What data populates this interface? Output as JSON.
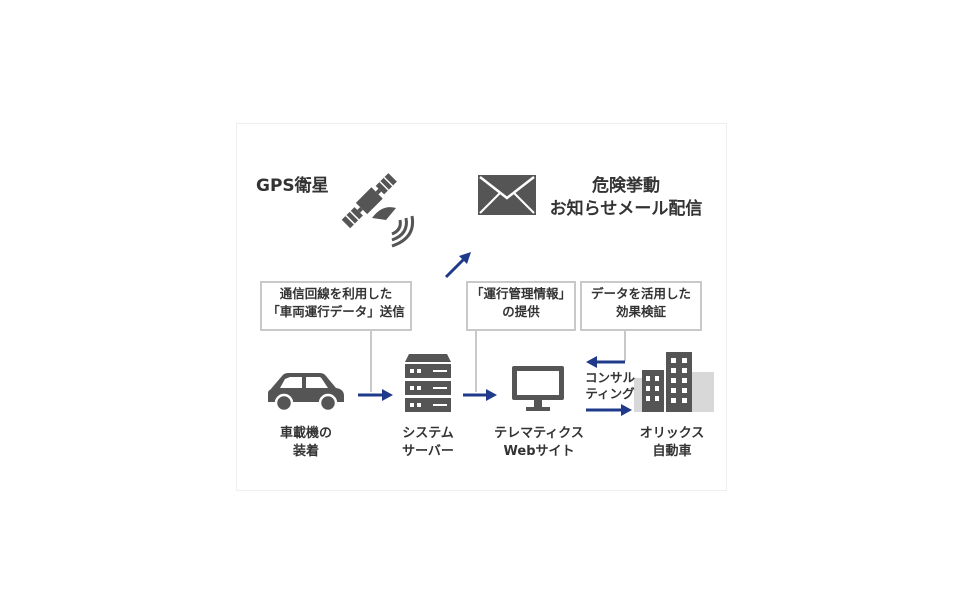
{
  "gps": {
    "label": "GPS衛星",
    "icon": "satellite-icon"
  },
  "alert": {
    "line1": "危険挙動",
    "line2": "お知らせメール配信",
    "icon": "envelope-icon"
  },
  "callouts": {
    "data_send": {
      "line1": "通信回線を利用した",
      "line2": "「車両運行データ」送信"
    },
    "info_provide": {
      "line1": "「運行管理情報」",
      "line2": "の提供"
    },
    "effect_verify": {
      "line1": "データを活用した",
      "line2": "効果検証"
    }
  },
  "consulting": {
    "line1": "コンサル",
    "line2": "ティング"
  },
  "nodes": {
    "car": {
      "line1": "車載機の",
      "line2": "装着",
      "icon": "car-icon"
    },
    "server": {
      "line1": "システム",
      "line2": "サーバー",
      "icon": "server-icon"
    },
    "web": {
      "line1": "テレマティクス",
      "line2": "Webサイト",
      "icon": "monitor-icon"
    },
    "orix": {
      "line1": "オリックス",
      "line2": "自動車",
      "icon": "building-icon"
    }
  },
  "colors": {
    "arrow": "#1f3a8a",
    "icon": "#555555",
    "text": "#333333",
    "box_border": "#c9c9c9",
    "connector": "#c9c9c9"
  }
}
